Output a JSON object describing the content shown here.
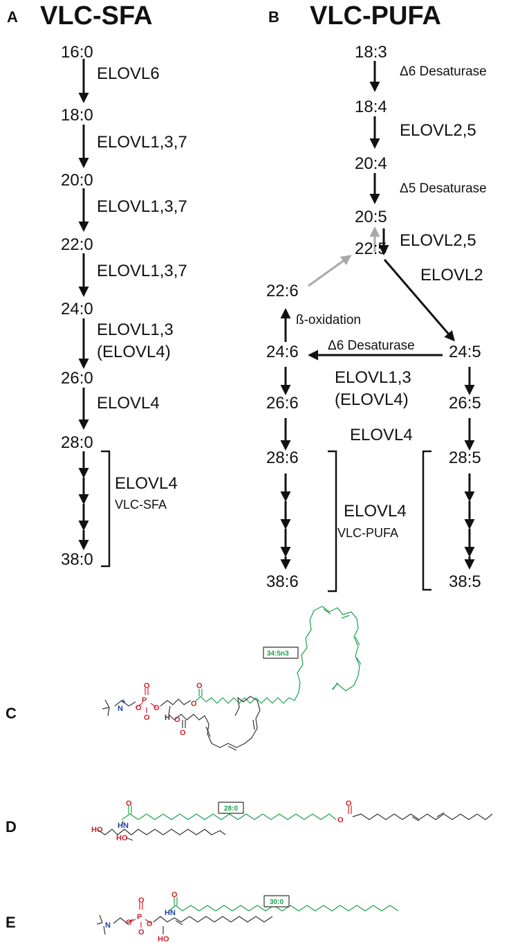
{
  "panels": {
    "A": {
      "label": "A",
      "title": "VLC-SFA"
    },
    "B": {
      "label": "B",
      "title": "VLC-PUFA"
    },
    "C": {
      "label": "C"
    },
    "D": {
      "label": "D"
    },
    "E": {
      "label": "E"
    }
  },
  "sfa": {
    "fatty_acids": [
      "16:0",
      "18:0",
      "20:0",
      "22:0",
      "24:0",
      "26:0",
      "28:0",
      "38:0"
    ],
    "enzymes": [
      "ELOVL6",
      "ELOVL1,3,7",
      "ELOVL1,3,7",
      "ELOVL1,3,7",
      "ELOVL1,3",
      "(ELOVL4)",
      "ELOVL4"
    ],
    "bracket_label": "ELOVL4",
    "bracket_sublabel": "VLC-SFA"
  },
  "pufa": {
    "main_chain": [
      "18:3",
      "18:4",
      "20:4",
      "20:5",
      "22:5"
    ],
    "main_enzymes": [
      "Δ6 Desaturase",
      "ELOVL2,5",
      "Δ5 Desaturase",
      "ELOVL2,5"
    ],
    "n3_left": [
      "22:6",
      "24:6",
      "26:6",
      "28:6",
      "38:6"
    ],
    "n3_right": [
      "24:5",
      "26:5",
      "28:5",
      "38:5"
    ],
    "elovl2_label": "ELOVL2",
    "beta_oxidation": "ß-oxidation",
    "delta6_label": "Δ6 Desaturase",
    "elovl13": "ELOVL1,3",
    "elovl4_paren": "(ELOVL4)",
    "elovl4": "ELOVL4",
    "bracket_label": "ELOVL4",
    "bracket_sublabel": "VLC-PUFA"
  },
  "structures": {
    "C": {
      "badge": "34:5n3"
    },
    "D": {
      "badge": "28:0"
    },
    "E": {
      "badge": "30:0"
    }
  },
  "colors": {
    "ink": "#111111",
    "green": "#1aa04a",
    "red": "#d0202a",
    "blue": "#2040a0",
    "gray_arrow": "#a8a8a8"
  }
}
